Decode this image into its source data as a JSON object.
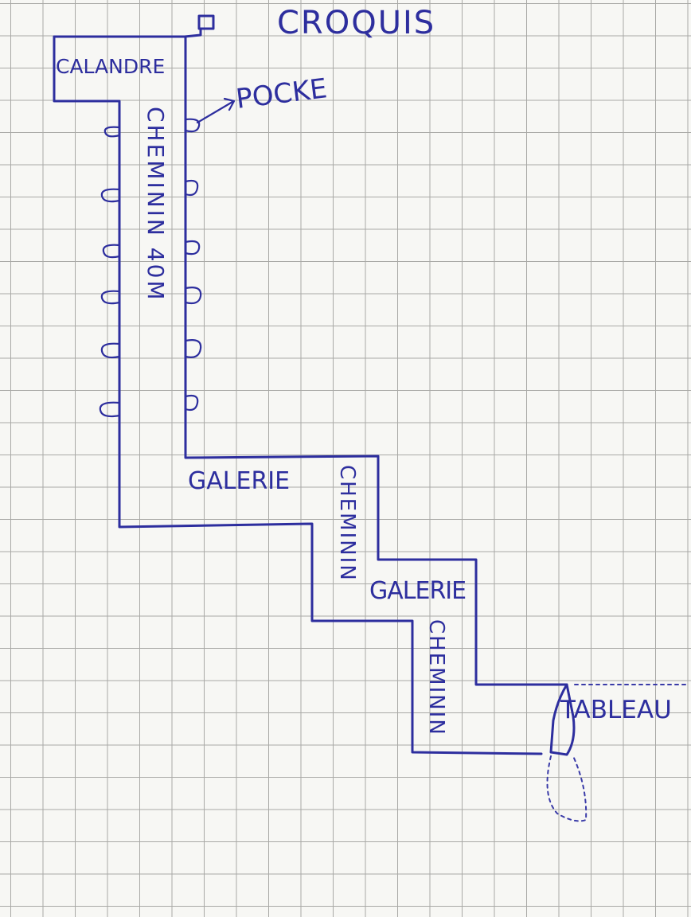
{
  "sketch": {
    "title": "CROQUIS",
    "labels": {
      "calandre": "CALANDRE",
      "pocke": "POCKE",
      "chemin_vertical": "CHEMININ 40M",
      "galerie_1": "GALERIE",
      "chemin_2": "CHEMININ",
      "galerie_2": "GALERIE",
      "chemin_3": "CHEMININ",
      "tableau": "TABLEAU"
    }
  },
  "colors": {
    "ink": "#2d2e9e",
    "paper": "#f7f7f4",
    "grid": "#a9a9a6"
  }
}
